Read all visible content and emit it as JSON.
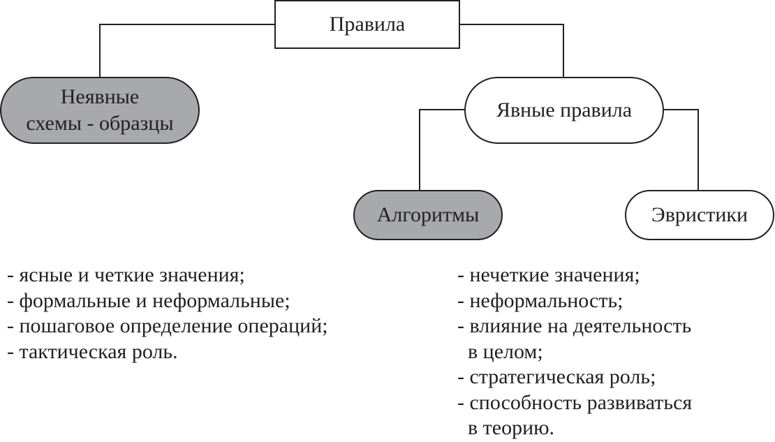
{
  "diagram": {
    "root": {
      "label": "Правила"
    },
    "implicit": {
      "label": "Неявные\nсхемы - образцы"
    },
    "explicit": {
      "label": "Явные правила"
    },
    "algorithms": {
      "label": "Алгоритмы",
      "features": [
        "- ясные и четкие значения;",
        "- формальные и неформальные;",
        "- пошаговое определение операций;",
        "- тактическая роль."
      ]
    },
    "heuristics": {
      "label": "Эвристики",
      "features": [
        "- нечеткие значения;",
        "- неформальность;",
        "- влияние на деятельность",
        "  в целом;",
        "- стратегическая роль;",
        "- способность развиваться",
        "  в теорию."
      ]
    },
    "colors": {
      "line": "#231f20",
      "fill_gray": "#a7a9ac",
      "fill_white": "#ffffff"
    }
  }
}
